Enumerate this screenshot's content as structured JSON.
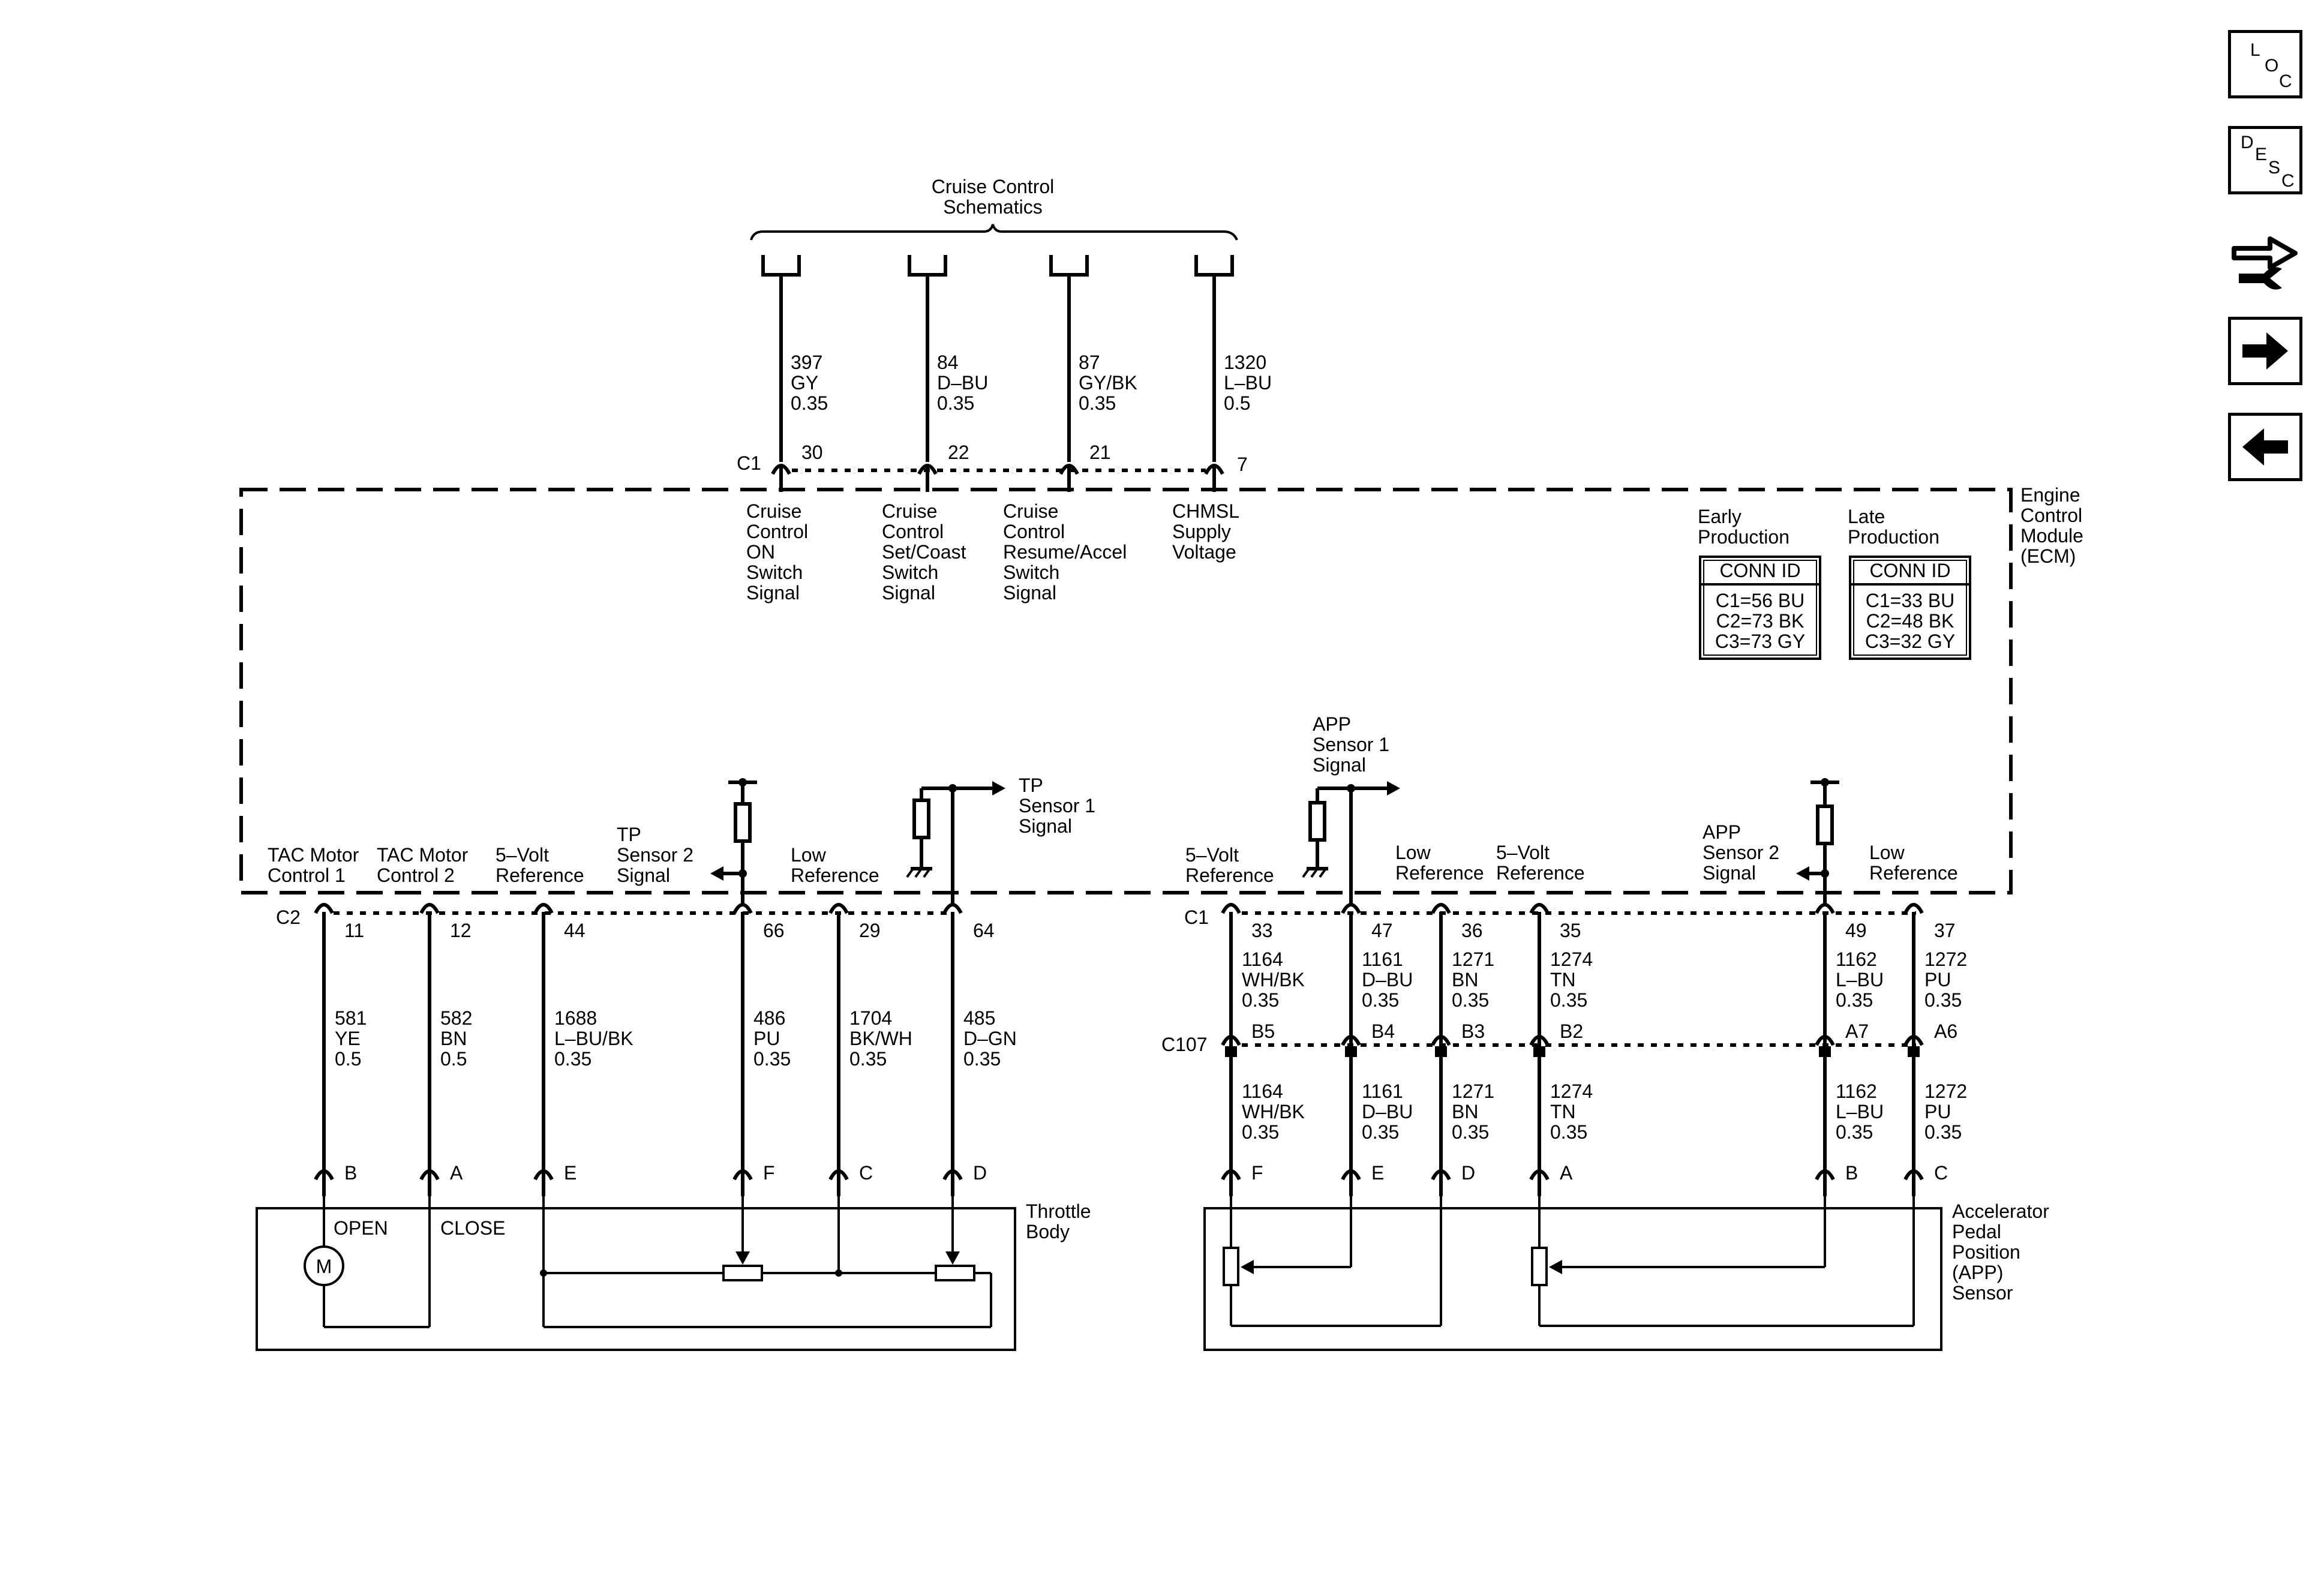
{
  "cruise_schematics": [
    "Cruise Control",
    "Schematics"
  ],
  "top_wires": [
    {
      "num": "397",
      "color": "GY",
      "gauge": "0.35",
      "pin": "30"
    },
    {
      "num": "84",
      "color": "D–BU",
      "gauge": "0.35",
      "pin": "22"
    },
    {
      "num": "87",
      "color": "GY/BK",
      "gauge": "0.35",
      "pin": "21"
    },
    {
      "num": "1320",
      "color": "L–BU",
      "gauge": "0.5",
      "pin": "7"
    }
  ],
  "top_connector": "C1",
  "top_signals": [
    [
      "Cruise",
      "Control",
      "ON",
      "Switch",
      "Signal"
    ],
    [
      "Cruise",
      "Control",
      "Set/Coast",
      "Switch",
      "Signal"
    ],
    [
      "Cruise",
      "Control",
      "Resume/Accel",
      "Switch",
      "Signal"
    ],
    [
      "CHMSL",
      "Supply",
      "Voltage"
    ]
  ],
  "ecm_label": [
    "Engine",
    "Control",
    "Module",
    "(ECM)"
  ],
  "conn_tables": [
    {
      "heading": [
        "Early",
        "Production"
      ],
      "title": "CONN ID",
      "rows": [
        "C1=56 BU",
        "C2=73 BK",
        "C3=73 GY"
      ]
    },
    {
      "heading": [
        "Late",
        "Production"
      ],
      "title": "CONN ID",
      "rows": [
        "C1=33 BU",
        "C2=48 BK",
        "C3=32 GY"
      ]
    }
  ],
  "left": {
    "connector": "C2",
    "labels": {
      "tac1": [
        "TAC Motor",
        "Control 1"
      ],
      "tac2": [
        "TAC Motor",
        "Control 2"
      ],
      "ref5v": [
        "5–Volt",
        "Reference"
      ],
      "tp2": [
        "TP",
        "Sensor 2",
        "Signal"
      ],
      "lowref": [
        "Low",
        "Reference"
      ],
      "tp1": [
        "TP",
        "Sensor 1",
        "Signal"
      ]
    },
    "wires": [
      {
        "pin": "11",
        "num": "581",
        "color": "YE",
        "gauge": "0.5",
        "term": "B"
      },
      {
        "pin": "12",
        "num": "582",
        "color": "BN",
        "gauge": "0.5",
        "term": "A"
      },
      {
        "pin": "44",
        "num": "1688",
        "color": "L–BU/BK",
        "gauge": "0.35",
        "term": "E"
      },
      {
        "pin": "66",
        "num": "486",
        "color": "PU",
        "gauge": "0.35",
        "term": "F"
      },
      {
        "pin": "29",
        "num": "1704",
        "color": "BK/WH",
        "gauge": "0.35",
        "term": "C"
      },
      {
        "pin": "64",
        "num": "485",
        "color": "D–GN",
        "gauge": "0.35",
        "term": "D"
      }
    ],
    "open": "OPEN",
    "close": "CLOSE",
    "motor": "M",
    "component": [
      "Throttle",
      "Body"
    ]
  },
  "right": {
    "connector": "C1",
    "inline_connector": "C107",
    "labels": {
      "ref5v_a": [
        "5–Volt",
        "Reference"
      ],
      "app1": [
        "APP",
        "Sensor 1",
        "Signal"
      ],
      "lowref_a": [
        "Low",
        "Reference"
      ],
      "ref5v_b": [
        "5–Volt",
        "Reference"
      ],
      "app2": [
        "APP",
        "Sensor 2",
        "Signal"
      ],
      "lowref_b": [
        "Low",
        "Reference"
      ]
    },
    "wires": [
      {
        "pin": "33",
        "num": "1164",
        "color": "WH/BK",
        "gauge": "0.35",
        "inline": "B5",
        "term": "F"
      },
      {
        "pin": "47",
        "num": "1161",
        "color": "D–BU",
        "gauge": "0.35",
        "inline": "B4",
        "term": "E"
      },
      {
        "pin": "36",
        "num": "1271",
        "color": "BN",
        "gauge": "0.35",
        "inline": "B3",
        "term": "D"
      },
      {
        "pin": "35",
        "num": "1274",
        "color": "TN",
        "gauge": "0.35",
        "inline": "B2",
        "term": "A"
      },
      {
        "pin": "49",
        "num": "1162",
        "color": "L–BU",
        "gauge": "0.35",
        "inline": "A7",
        "term": "B"
      },
      {
        "pin": "37",
        "num": "1272",
        "color": "PU",
        "gauge": "0.35",
        "inline": "A6",
        "term": "C"
      }
    ],
    "component": [
      "Accelerator",
      "Pedal",
      "Position",
      "(APP)",
      "Sensor"
    ]
  },
  "nav": {
    "loc": [
      "L",
      "O",
      "C"
    ],
    "desc": [
      "D",
      "E",
      "S",
      "C"
    ]
  }
}
